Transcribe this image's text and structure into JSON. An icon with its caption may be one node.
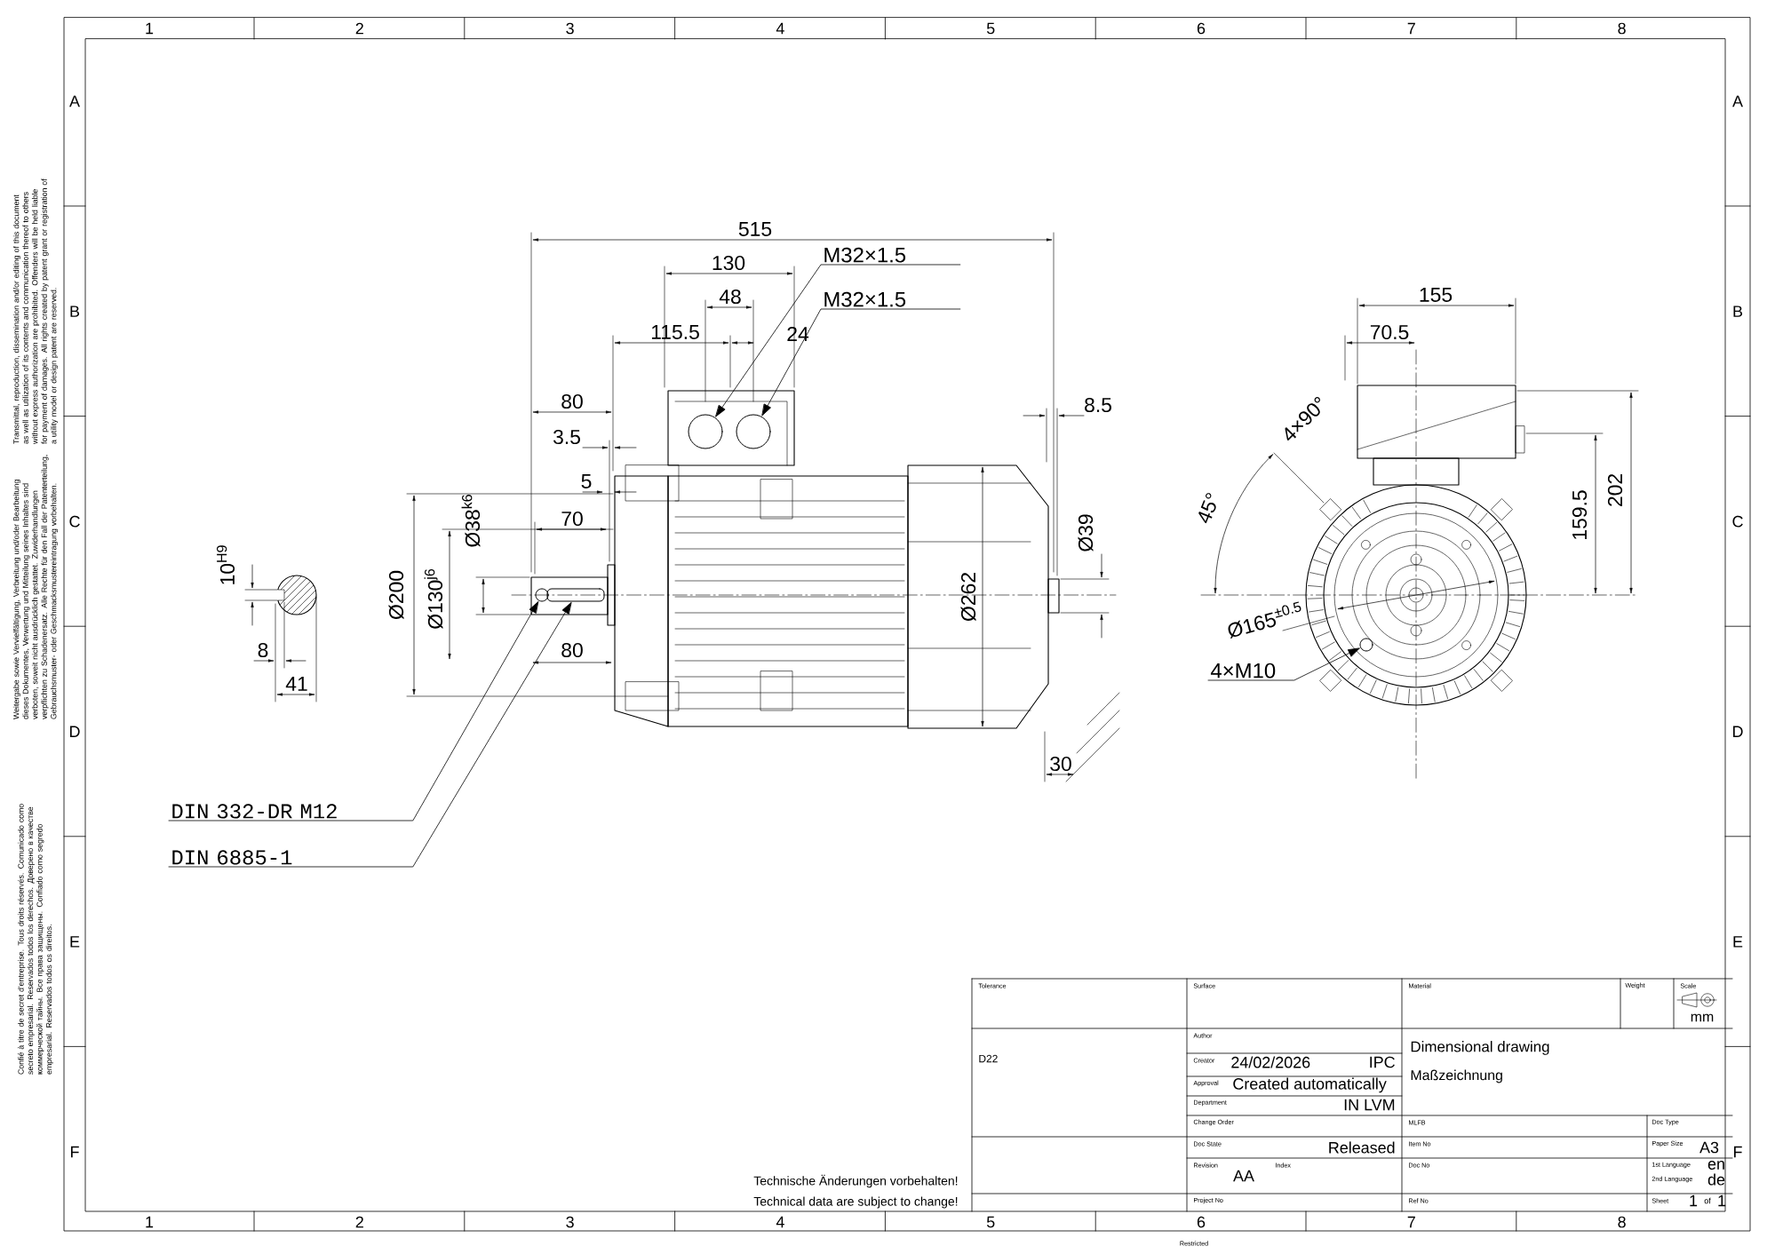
{
  "diagram": {
    "nodes": [
      {
        "text": [
          "DIN 332-DR M12"
        ]
      },
      {
        "text": [
          "DIN 6885-1"
        ]
      },
      {
        "text": [],
        "shape": "circle"
      },
      {
        "text": [],
        "shape": "bar"
      },
      {
        "text": [
          "M32×1.5"
        ]
      },
      {
        "text": [
          "M32×1.5"
        ]
      },
      {
        "text": [],
        "shape": "circle"
      },
      {
        "text": [],
        "shape": "circle"
      },
      {
        "text": [
          "4×M10"
        ]
      },
      {
        "text": [],
        "shape": "circle"
      }
    ],
    "edges": [
      {
        "from": 0,
        "to": 2,
        "arrow": "to"
      },
      {
        "from": 1,
        "to": 3,
        "arrow": "to"
      },
      {
        "from": 4,
        "to": 6,
        "arrow": "to"
      },
      {
        "from": 5,
        "to": 7,
        "arrow": "to"
      },
      {
        "from": 8,
        "to": 9,
        "arrow": "to"
      }
    ],
    "labels": [
      "1",
      "2",
      "3",
      "4",
      "5",
      "6",
      "7",
      "8",
      "1",
      "2",
      "3",
      "4",
      "5",
      "6",
      "7",
      "8",
      "A",
      "B",
      "C",
      "D",
      "E",
      "F",
      "A",
      "B",
      "C",
      "D",
      "E",
      "F",
      "Transmittal, reproduction, dissemination and/or editing of this document as well as utilization of its contents and communication thereof to others without express authorization are prohibited. Offenders will be held liable for payment of damages. All rights created by patent grant or registration of a utility model or design patent are reserved.",
      "Weitergabe sowie Vervielfältigung, Verbreitung und/oder Bearbeitung dieses Dokumentes, Verwertung und Mitteilung seines Inhaltes sind verboten, soweit nicht ausdrücklich gestattet. Zuwiderhandlungen verpflichten zu Schadenersatz. Alle Rechte für den Fall der Patenterteilung, Gebrauchsmuster- oder Geschmacksmustereintragung vorbehalten.",
      "Confié à titre de secret d'entreprise. Tous droits réservés. Comunicado como secreto empresarial. Reservados todos los derechos. Доверено в качестве коммерческой тайны. Все права защищены. Confiado como segredo empresarial. Reservados todos os direitos.",
      "515",
      "130",
      "48",
      "115.5",
      "24",
      "80",
      "3.5",
      "5",
      "Ø38$^{k6}$",
      "70",
      "Ø200",
      "Ø130$^{j6}$",
      "80",
      "Ø262",
      "Ø39",
      "8.5",
      "30",
      "10$^{H9}$",
      "8",
      "41",
      "155",
      "70.5",
      "45°",
      "4×90°",
      "159.5",
      "202",
      "Ø165$^{±0.5}$",
      "Tolerance",
      "Surface",
      "Material",
      "Weight",
      "Scale",
      "mm",
      "D22",
      "Author",
      "Creator",
      "24/02/2026",
      "IPC",
      "Approval",
      "Created automatically",
      "Department",
      "IN LVM",
      "Dimensional drawing",
      "Maßzeichnung",
      "Change Order",
      "MLFB",
      "Doc Type",
      "Doc State",
      "Released",
      "Item No",
      "Paper Size",
      "A3",
      "Revision",
      "Index",
      "AA",
      "Doc No",
      "1st Language",
      "en",
      "2nd Language",
      "de",
      "Project No",
      "Ref No",
      "Sheet",
      "1",
      "of",
      "1",
      "Technische Änderungen vorbehalten!",
      "Technical data are subject to change!",
      "Restricted"
    ]
  }
}
